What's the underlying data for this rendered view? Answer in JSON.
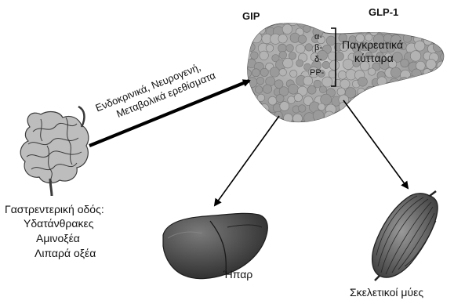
{
  "labels": {
    "gip": "GIP",
    "glp1": "GLP-1",
    "alpha": "α-",
    "beta": "β-",
    "delta": "δ-",
    "pp": "PP-",
    "pancreatic_line1": "Παγκρεατικά",
    "pancreatic_line2": "κύτταρα",
    "signals_line1": "Ενδοκρινικά, Νευρογενή,",
    "signals_line2": "Μεταβολικά ερεθίσματα",
    "gi_title": "Γαστρεντερική οδός:",
    "gi_item1": "Υδατάνθρακες",
    "gi_item2": "Αμινοξέα",
    "gi_item3": "Λιπαρά οξέα",
    "liver": "Ήπαρ",
    "muscle": "Σκελετικοί μύες"
  },
  "colors": {
    "pancreas_fill": "#a9a9a9",
    "pancreas_lobule": "#8f8f8f",
    "liver_fill": "#5a5a5a",
    "liver_dark": "#2e2e2e",
    "muscle_fill": "#6f6f6f",
    "intestine_fill": "#bdbdbd",
    "intestine_stroke": "#3a3a3a",
    "arrow": "#000000"
  }
}
